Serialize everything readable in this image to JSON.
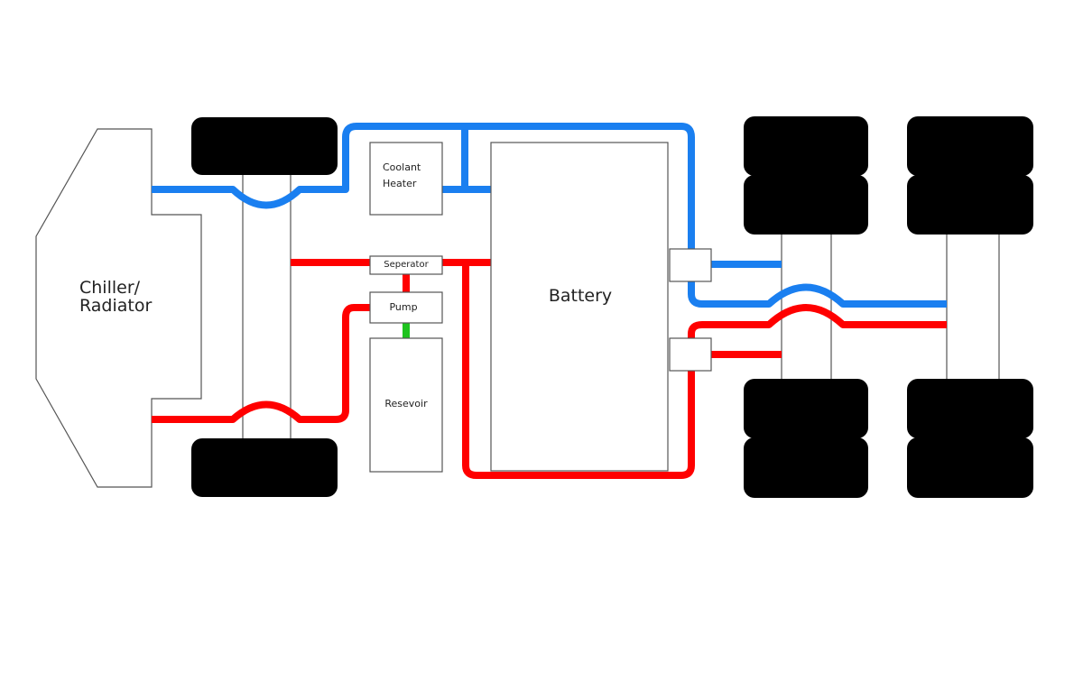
{
  "labels": {
    "chiller_line1": "Chiller/",
    "chiller_line2": "Radiator",
    "coolant_heater_line1": "Coolant",
    "coolant_heater_line2": "Heater",
    "separator": "Seperator",
    "pump": "Pump",
    "reservoir": "Resevoir",
    "battery": "Battery"
  },
  "colors": {
    "cold_line": "#1a7ff0",
    "hot_line": "#ff0000",
    "pump_feed": "#1ec31e",
    "tire": "#000000"
  }
}
